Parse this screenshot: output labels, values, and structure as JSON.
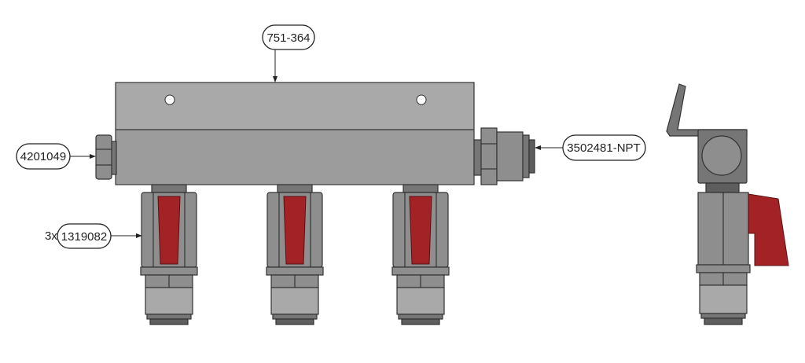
{
  "callouts": {
    "manifold": "751-364",
    "plug": "4201049",
    "valve_qty": "3x",
    "valve": "1319082",
    "fitting": "3502481-NPT"
  },
  "colors": {
    "body": "#a9a9a9",
    "handle": "#a32226",
    "outline": "#333333"
  }
}
